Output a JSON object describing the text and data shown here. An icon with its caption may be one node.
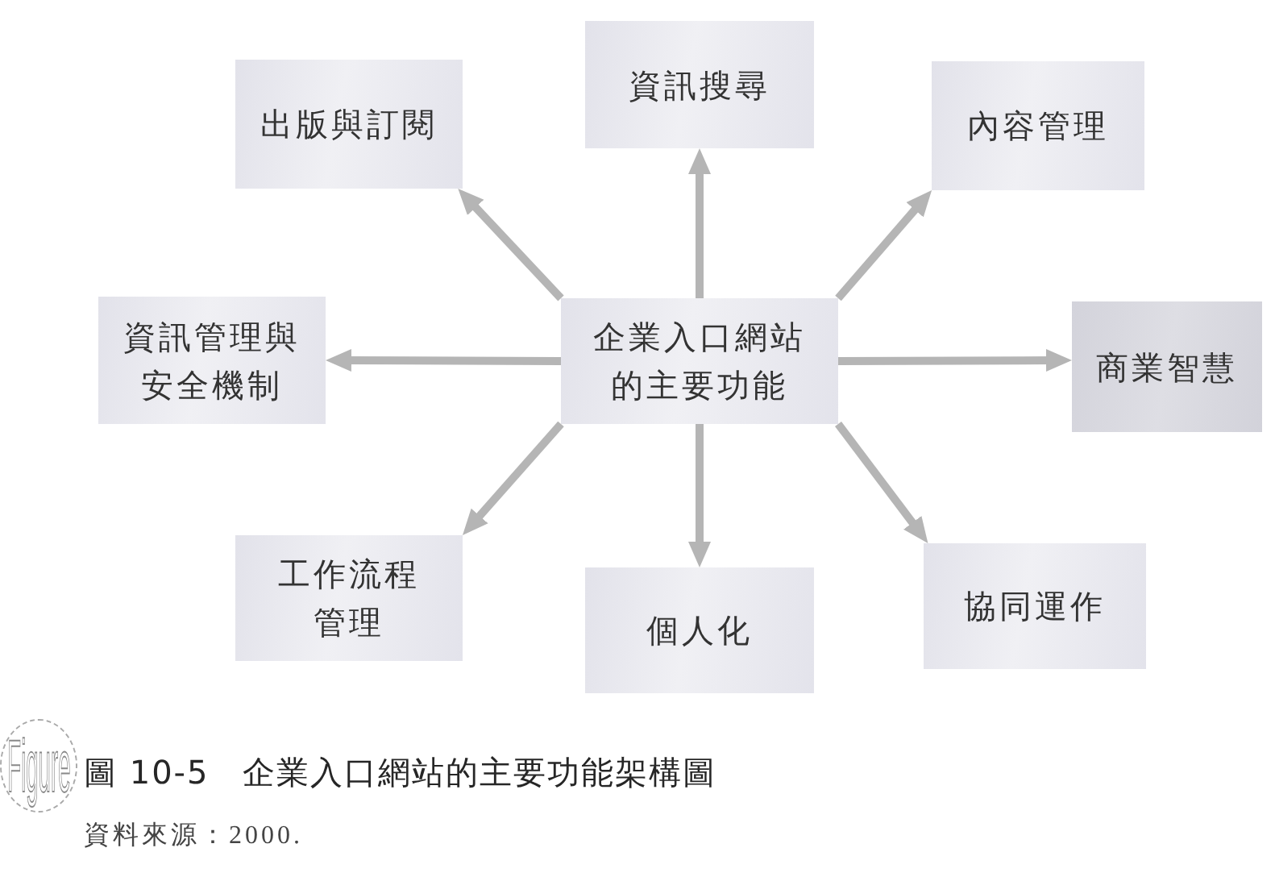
{
  "diagram": {
    "caption": "圖 10-5　企業入口網站的主要功能架構圖",
    "nodes": [
      {
        "text": [
          "資訊搜尋"
        ]
      },
      {
        "text": [
          "出版與訂閱"
        ]
      },
      {
        "text": [
          "內容管理"
        ]
      },
      {
        "text": [
          "資訊管理與安全機制"
        ]
      },
      {
        "text": [
          "企業入口網站的主要功能"
        ]
      },
      {
        "text": [
          "商業智慧"
        ]
      },
      {
        "text": [
          "工作流程管理"
        ]
      },
      {
        "text": [
          "個人化"
        ]
      },
      {
        "text": [
          "協同運作"
        ]
      }
    ],
    "edges": [
      {
        "from": 4,
        "to": 0,
        "arrow": "to"
      },
      {
        "from": 4,
        "to": 1,
        "arrow": "to"
      },
      {
        "from": 4,
        "to": 2,
        "arrow": "to"
      },
      {
        "from": 4,
        "to": 3,
        "arrow": "to"
      },
      {
        "from": 4,
        "to": 5,
        "arrow": "to"
      },
      {
        "from": 4,
        "to": 6,
        "arrow": "to"
      },
      {
        "from": 4,
        "to": 7,
        "arrow": "to"
      },
      {
        "from": 4,
        "to": 8,
        "arrow": "to"
      }
    ],
    "labels": [
      "Figure",
      "資料來源：2000."
    ]
  }
}
